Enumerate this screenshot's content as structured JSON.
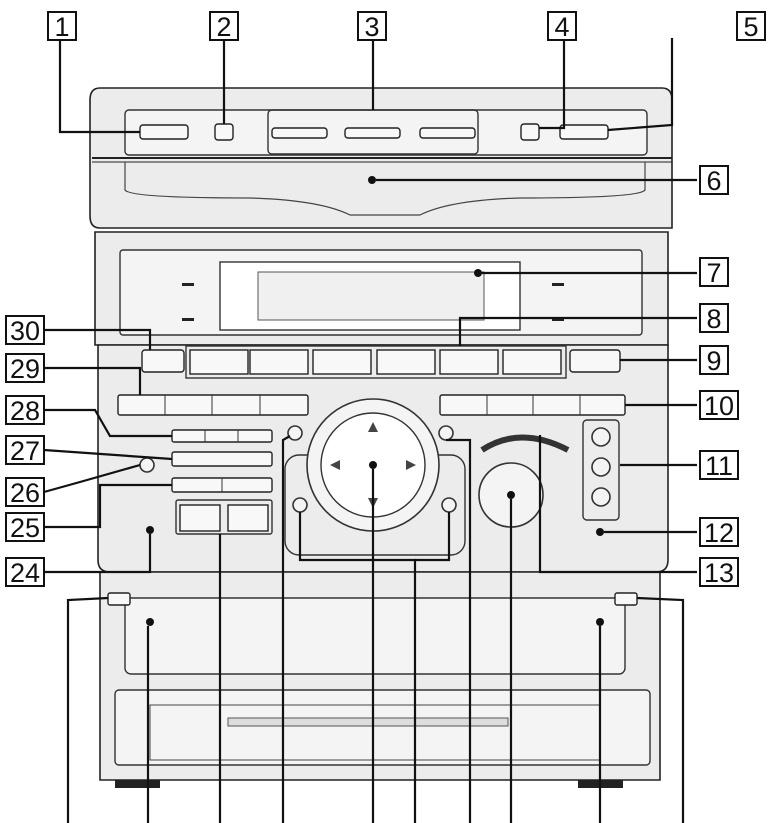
{
  "figure": {
    "callout_labels": [
      "1",
      "2",
      "3",
      "4",
      "5",
      "6",
      "7",
      "8",
      "9",
      "10",
      "11",
      "12",
      "13",
      "24",
      "25",
      "26",
      "27",
      "28",
      "29",
      "30"
    ]
  }
}
